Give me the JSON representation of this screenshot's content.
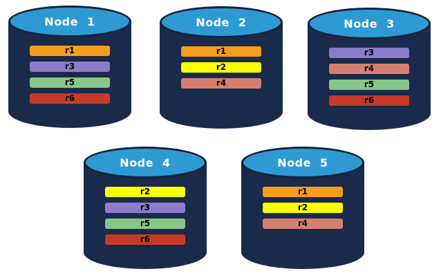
{
  "colors": {
    "background": "#ffffff",
    "cylinder_body": "#1a2a4a",
    "cylinder_top": "#2e9ad4",
    "cylinder_outline": "#15223c",
    "node_title_text": "#ffffff",
    "bar_text": "#000000"
  },
  "replica_colors": {
    "r1": "#f89c1c",
    "r2": "#ffff00",
    "r3": "#8a7cc8",
    "r4": "#d5806f",
    "r5": "#87c687",
    "r6": "#c63b28"
  },
  "nodes": [
    {
      "label": "Node 1",
      "replicas": [
        "r1",
        "r3",
        "r5",
        "r6"
      ]
    },
    {
      "label": "Node 2",
      "replicas": [
        "r1",
        "r2",
        "r4"
      ]
    },
    {
      "label": "Node 3",
      "replicas": [
        "r3",
        "r4",
        "r5",
        "r6"
      ]
    },
    {
      "label": "Node 4",
      "replicas": [
        "r2",
        "r3",
        "r5",
        "r6"
      ]
    },
    {
      "label": "Node 5",
      "replicas": [
        "r1",
        "r2",
        "r4"
      ]
    }
  ]
}
